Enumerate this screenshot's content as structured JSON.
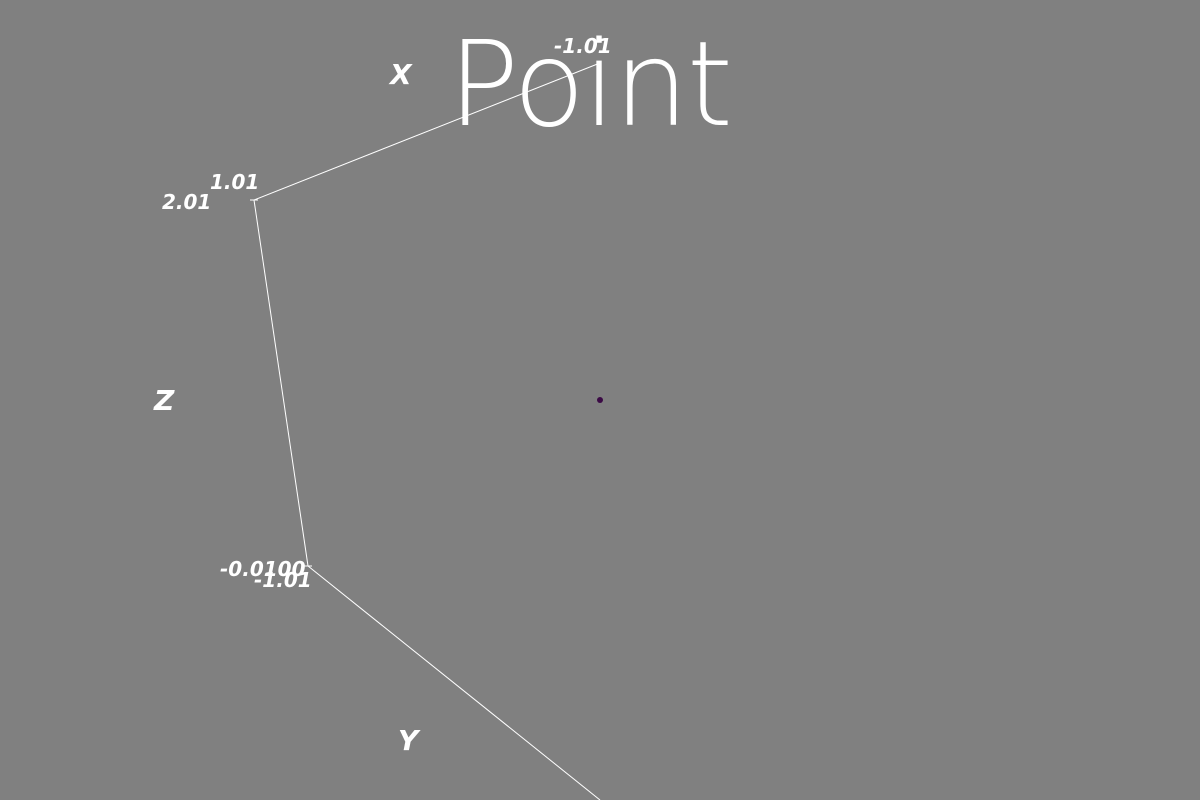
{
  "title": "Point",
  "colors": {
    "background": "#808080",
    "axes": "#ffffff",
    "point": "#3b0a45"
  },
  "axes": {
    "x": {
      "name": "X",
      "min_label": "-1.01",
      "max_label": "1.01"
    },
    "y": {
      "name": "Y",
      "min_label": "-1.01"
    },
    "z": {
      "name": "Z",
      "min_label": "-0.0100",
      "max_label": "2.01"
    }
  },
  "point": {
    "x": 0,
    "y": 0,
    "z": 1
  }
}
